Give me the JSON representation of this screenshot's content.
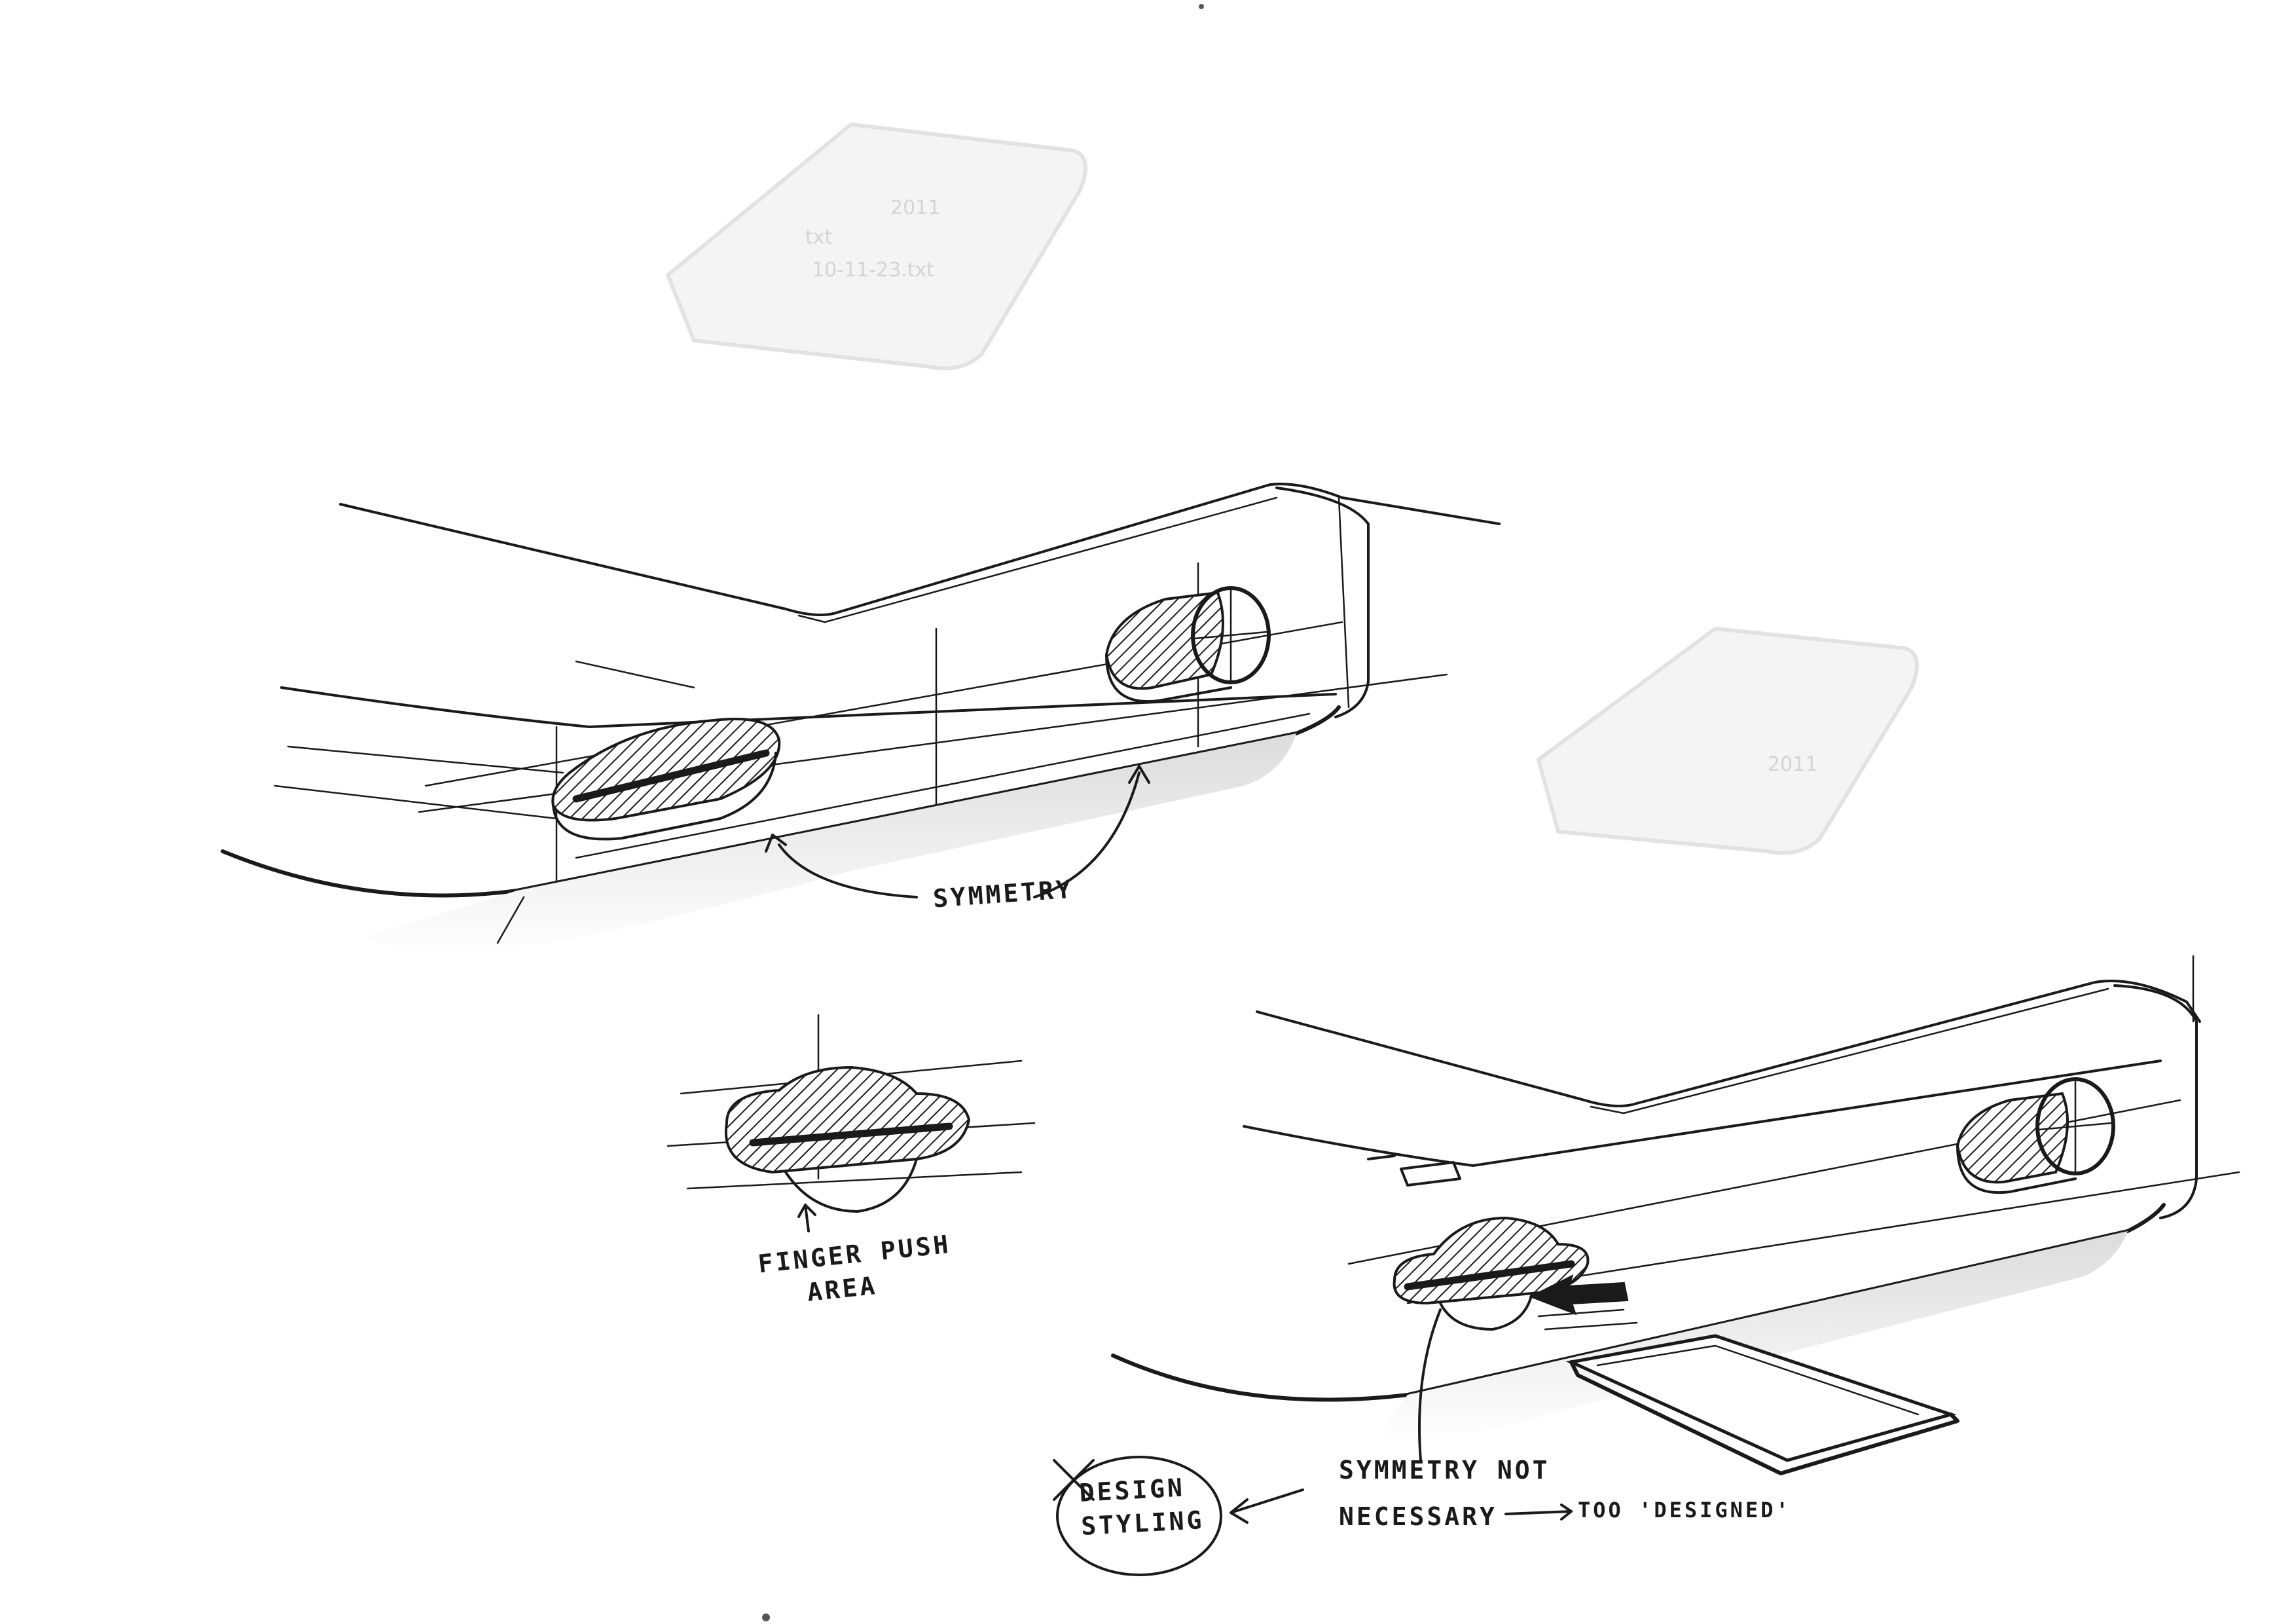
{
  "annotations": {
    "symmetry": "SYMMETRY",
    "finger_push_line1": "FINGER PUSH",
    "finger_push_line2": "AREA",
    "symmetry_not_line1": "SYMMETRY NOT",
    "symmetry_not_line2": "NECESSARY",
    "too_designed": "TOO 'DESIGNED'",
    "design_styling_line1": "DESIGN",
    "design_styling_line2": "STYLING"
  },
  "ghost_screen_text": {
    "line1": "2011",
    "line2": "txt",
    "line3": "10-11-23.txt",
    "line4": "2011"
  },
  "colors": {
    "ink": "#1a1a1a",
    "paper": "#ffffff",
    "ghost": "#e2e2e2"
  }
}
